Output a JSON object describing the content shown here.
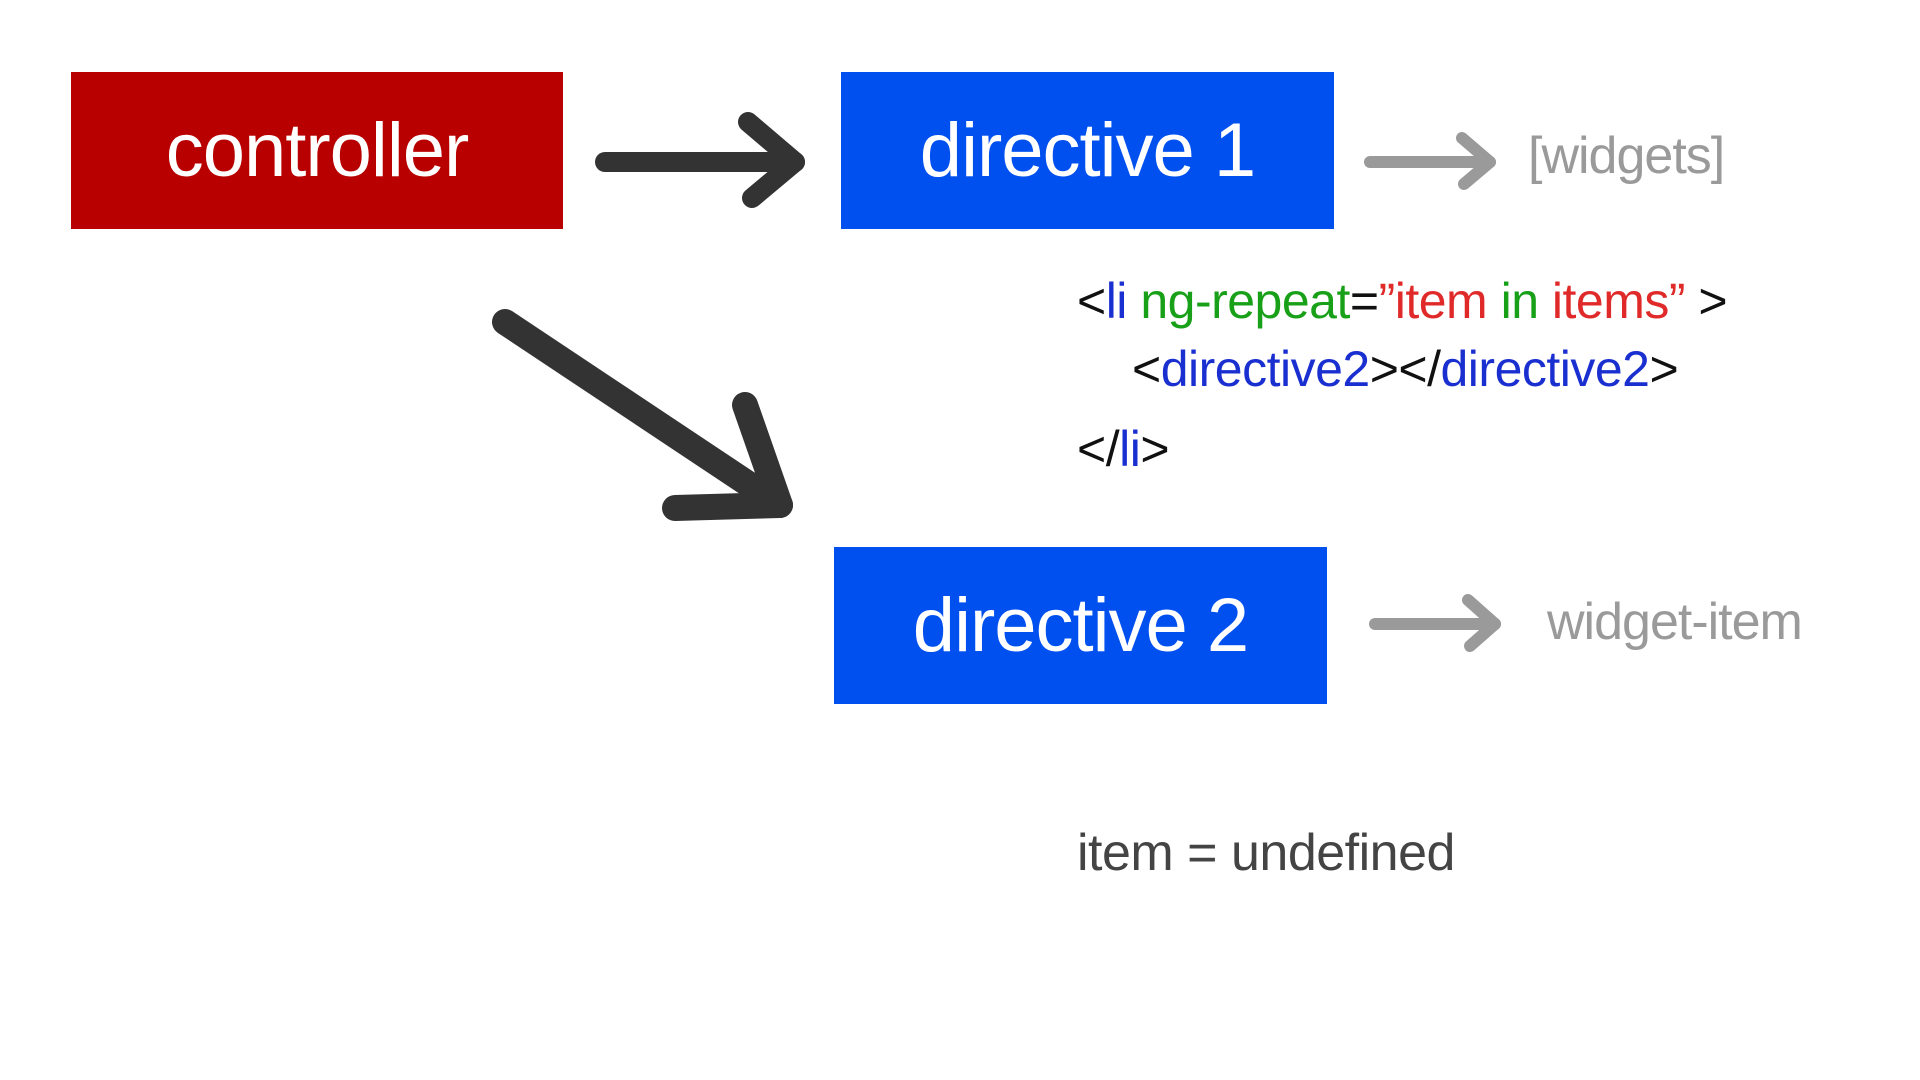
{
  "nodes": {
    "controller": "controller",
    "directive1": "directive 1",
    "directive2": "directive 2"
  },
  "side_labels": {
    "directive1_output": "[widgets]",
    "directive2_output": "widget-item"
  },
  "code": {
    "line1": {
      "open_bracket": "<",
      "tag": "li",
      "attr": "ng-repeat",
      "equals": "=",
      "quote_open": "”",
      "item": "item",
      "in_kw": " in ",
      "items": "items",
      "quote_close": "”",
      "close": " >"
    },
    "line2": {
      "open1": "<",
      "tag1": "directive2",
      "mid": "></",
      "tag2": "directive2",
      "close": ">"
    },
    "line3": {
      "open": "</",
      "tag": "li",
      "close": ">"
    }
  },
  "status": "item = undefined",
  "colors": {
    "controller": "#b80000",
    "directive": "#0050f0",
    "arrow_main": "#333333",
    "arrow_side": "#9a9a9a"
  }
}
